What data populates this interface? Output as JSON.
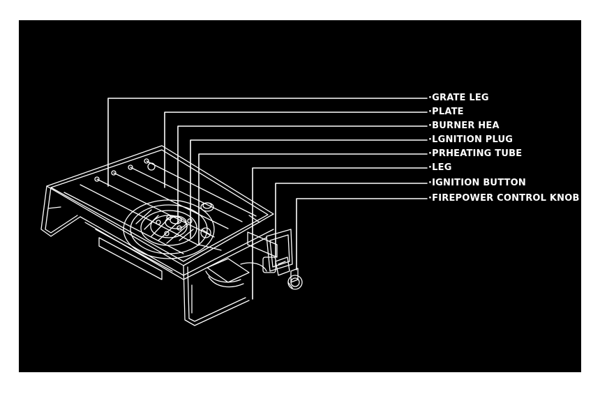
{
  "diagram": {
    "background_color": "#000000",
    "line_color": "#ffffff",
    "labels": [
      {
        "id": "grate-leg",
        "text": "·GRATE LEG"
      },
      {
        "id": "plate",
        "text": "·PLATE"
      },
      {
        "id": "burner-hea",
        "text": "·BURNER HEA"
      },
      {
        "id": "lgnition-plug",
        "text": "·LGNITION PLUG"
      },
      {
        "id": "prheating-tube",
        "text": "·PRHEATING TUBE"
      },
      {
        "id": "leg",
        "text": "·LEG"
      },
      {
        "id": "ignition-button",
        "text": "·IGNITION BUTTON"
      },
      {
        "id": "firepower-control-knob",
        "text": "·FIREPOWER CONTROL KNOB"
      }
    ]
  }
}
